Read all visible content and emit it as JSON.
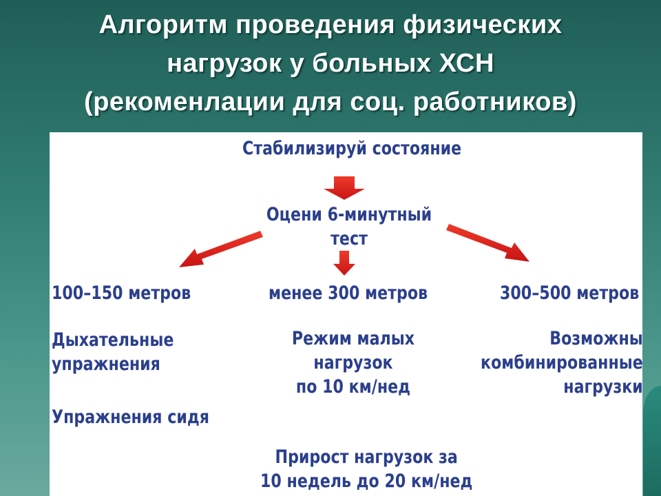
{
  "title": {
    "line1": "Алгоритм проведения физических",
    "line2": "нагрузок у больных ХСН",
    "line3": "(рекоменлации для соц. работников)"
  },
  "diagram": {
    "top": "Стабилизируй состояние",
    "test_line1": "Оцени 6-минутный",
    "test_line2": "тест",
    "left": {
      "distance": "100–150 метров",
      "rec1_line1": "Дыхательные",
      "rec1_line2": "упражнения",
      "rec2": "Упражнения сидя"
    },
    "middle": {
      "distance": "менее 300 метров",
      "rec_line1": "Режим малых",
      "rec_line2": "нагрузок",
      "rec_line3": "по 10 км/нед",
      "growth_line1": "Прирост нагрузок за",
      "growth_line2": "10 недель до 20 км/нед"
    },
    "right": {
      "distance": "300–500 метров",
      "rec_line1": "Возможны",
      "rec_line2": "комбинированные",
      "rec_line3": "нагрузки"
    }
  },
  "colors": {
    "arrow": "#d81e1e",
    "text": "#2b3f8c"
  }
}
